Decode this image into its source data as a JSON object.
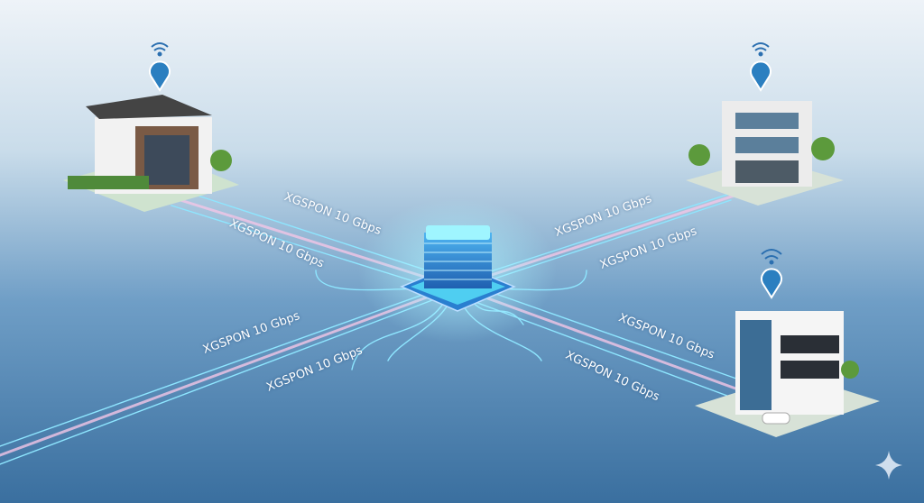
{
  "link_labels": [
    "XGSPON 10 Gbps",
    "XGSPON 10 Gbps",
    "XGSPON 10 Gbps",
    "XGSPON 10 Gbps",
    "XGSPON 10 Gbps",
    "XGSPON 10 Gbps",
    "XGSPON 10 Gbps",
    "XGSPON 10 Gbps"
  ],
  "colors": {
    "fiber": "#8ee6ff",
    "fiber_pink": "#f3c6e6",
    "hub": "#3fa8f0",
    "hub_glow": "#7ff0ff"
  },
  "icons": [
    "wifi-icon",
    "map-pin-icon",
    "sparkle-icon"
  ]
}
